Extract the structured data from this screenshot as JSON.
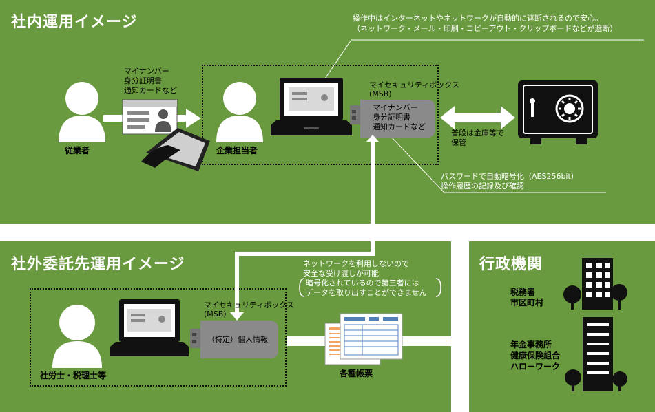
{
  "colors": {
    "panel_green": "#6a9a3f",
    "usb_gray": "#8a8a8a"
  },
  "top": {
    "title": "社内運用イメージ",
    "note_line1": "操作中はインターネットやネットワークが自動的に遮断されるので安心。",
    "note_line2": "（ネットワーク・メール・印刷・コピーアウト・クリップボードなどが遮断）",
    "employee_label": "従業者",
    "card_label_1": "マイナンバー",
    "card_label_2": "身分証明書",
    "card_label_3": "通知カードなど",
    "manager_label": "企業担当者",
    "usb_title_1": "マイセキュリティボックス",
    "usb_title_2": "(MSB)",
    "usb_text_1": "マイナンバー",
    "usb_text_2": "身分証明書",
    "usb_text_3": "通知カードなど",
    "safe_label_1": "普段は金庫等で",
    "safe_label_2": "保管",
    "encrypt_1": "パスワードで自動暗号化（AES256bit）",
    "encrypt_2": "操作履歴の記録及び確認"
  },
  "outsource": {
    "title": "社外委託先運用イメージ",
    "usb_title_1": "マイセキュリティボックス",
    "usb_title_2": "(MSB)",
    "usb_text": "（特定）個人情報",
    "person_label": "社労士・税理士等",
    "net_note_1": "ネットワークを利用しないので",
    "net_note_2": "安全な受け渡しが可能",
    "net_note_3": "暗号化されているので第三者には",
    "net_note_4": "データを取り出すことができません",
    "forms_label": "各種帳票"
  },
  "gov": {
    "title": "行政機関",
    "office_1": "税務署",
    "office_2": "市区町村",
    "office_3": "年金事務所",
    "office_4": "健康保険組合",
    "office_5": "ハローワーク"
  }
}
